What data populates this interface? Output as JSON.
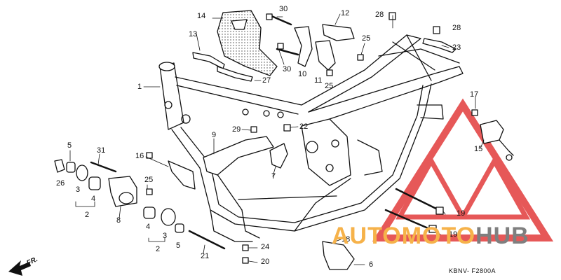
{
  "labels": {
    "l1": "1",
    "l2a": "2",
    "l2b": "2",
    "l3a": "3",
    "l3b": "3",
    "l4a": "4",
    "l4b": "4",
    "l5a": "5",
    "l5b": "5",
    "l6": "6",
    "l7": "7",
    "l8": "8",
    "l9": "9",
    "l10": "10",
    "l11": "11",
    "l12": "12",
    "l13": "13",
    "l14": "14",
    "l15": "15",
    "l16": "16",
    "l17": "17",
    "l18": "18",
    "l19a": "19",
    "l19b": "19",
    "l20": "20",
    "l21": "21",
    "l22": "22",
    "l23": "23",
    "l24": "24",
    "l25a": "25",
    "l25b": "25",
    "l25c": "25",
    "l26": "26",
    "l27": "27",
    "l28a": "28",
    "l28b": "28",
    "l29": "29",
    "l30a": "30",
    "l30b": "30",
    "l31": "31"
  },
  "diagram_code": "KBNV- F2800A",
  "direction_label": "FR.",
  "watermark": {
    "part1": "AUTOMOTO",
    "part2": "HUB",
    "color1": "#f6b24a",
    "color2": "#7f7f7f",
    "logo_color": "#e23b3b"
  }
}
